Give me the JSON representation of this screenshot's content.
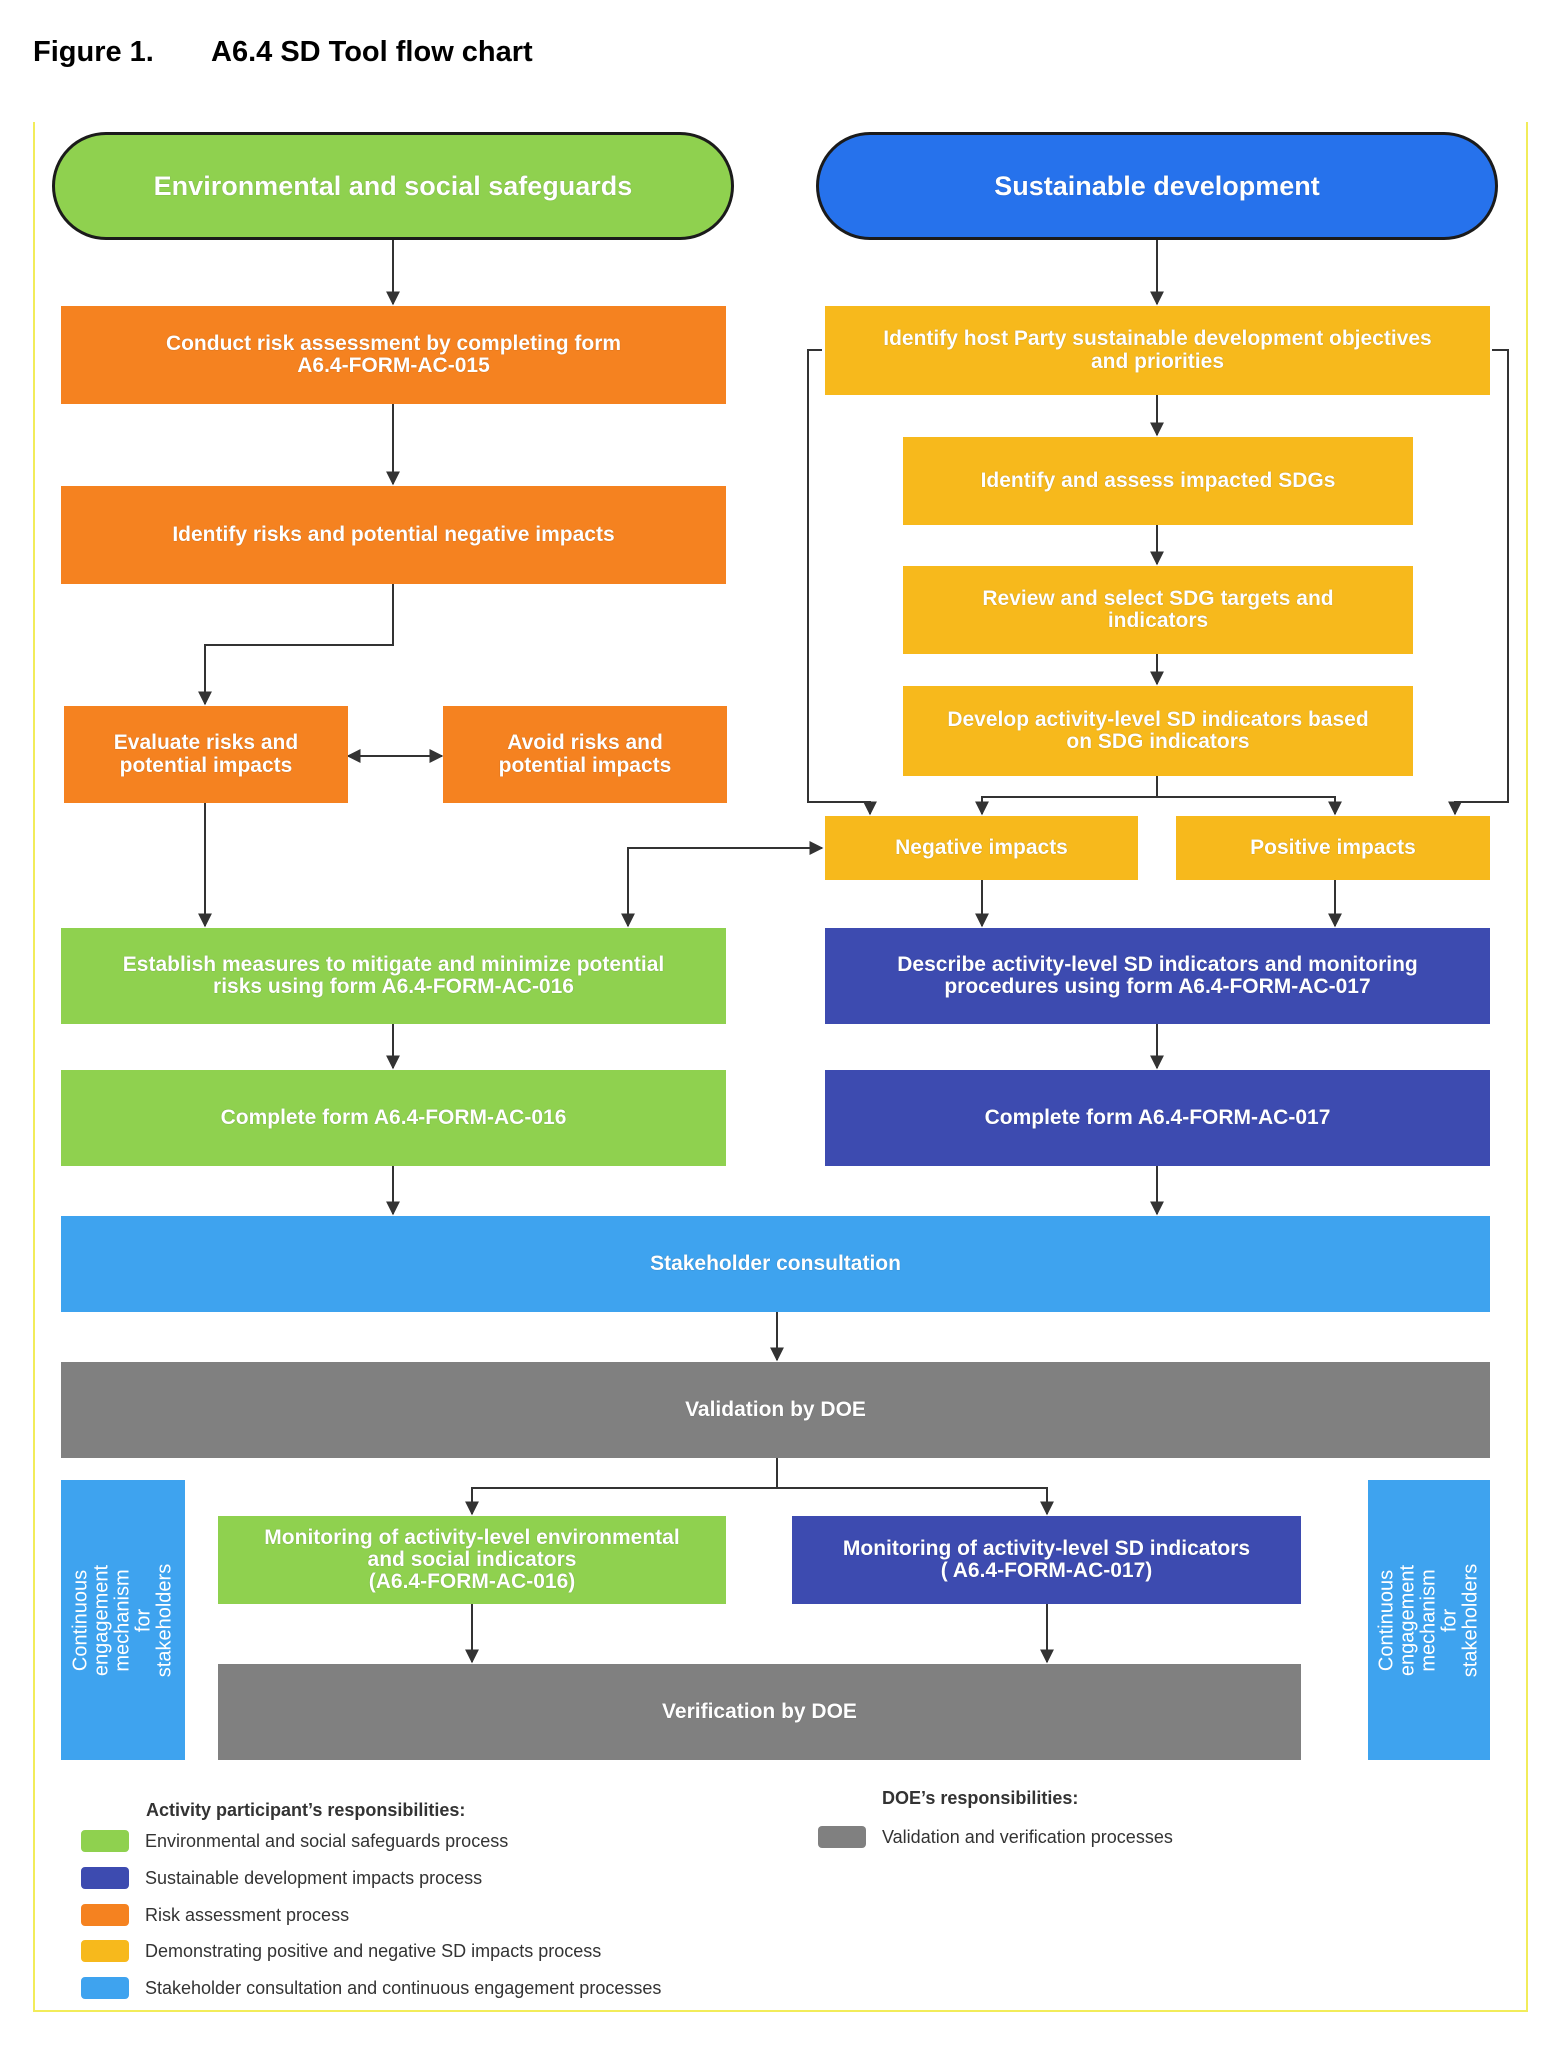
{
  "figure": {
    "number": "Figure 1.",
    "title": "A6.4 SD Tool flow chart"
  },
  "colors": {
    "green": "#8fd14f",
    "navy": "#3d4bb0",
    "orange": "#f58220",
    "yellow": "#f7b91c",
    "lightblue": "#3ea3ef",
    "blue": "#2672ec",
    "gray": "#808080",
    "frame": "#f2ec5a"
  },
  "nodes": {
    "env_header": "Environmental and social safeguards",
    "sd_header": "Sustainable development",
    "conduct_risk": "Conduct risk assessment by completing form\nA6.4-FORM-AC-015",
    "identify_risks": "Identify risks and potential negative impacts",
    "evaluate_risks": "Evaluate risks and\npotential impacts",
    "avoid_risks": "Avoid risks and\npotential impacts",
    "establish_measures": "Establish measures to mitigate and minimize potential\nrisks using form A6.4-FORM-AC-016",
    "complete_016": "Complete form A6.4-FORM-AC-016",
    "identify_host": "Identify host Party sustainable development objectives\nand priorities",
    "identify_sdgs": "Identify and assess impacted SDGs",
    "review_targets": "Review and select SDG targets and\nindicators",
    "develop_indicators": "Develop activity-level SD indicators based\non SDG indicators",
    "negative_impacts": "Negative impacts",
    "positive_impacts": "Positive impacts",
    "describe_indicators": "Describe activity-level SD indicators and monitoring\nprocedures using form A6.4-FORM-AC-017",
    "complete_017": "Complete form A6.4-FORM-AC-017",
    "stakeholder_consultation": "Stakeholder consultation",
    "validation": "Validation by DOE",
    "monitoring_env": "Monitoring of activity-level environmental\nand social indicators\n(A6.4-FORM-AC-016)",
    "monitoring_sd": "Monitoring of activity-level SD indicators\n( A6.4-FORM-AC-017)",
    "verification": "Verification by DOE",
    "engagement_left": "Continuous engagement\nmechanism for stakeholders",
    "engagement_right": "Continuous engagement\nmechanism for stakeholders"
  },
  "legend": {
    "participant_title": "Activity participant’s responsibilities:",
    "participant_items": [
      "Environmental and social safeguards process",
      "Sustainable development impacts process",
      "Risk assessment process",
      "Demonstrating positive and negative SD impacts process",
      "Stakeholder consultation and continuous engagement processes"
    ],
    "doe_title": "DOE’s responsibilities:",
    "doe_items": [
      "Validation and verification processes"
    ]
  }
}
